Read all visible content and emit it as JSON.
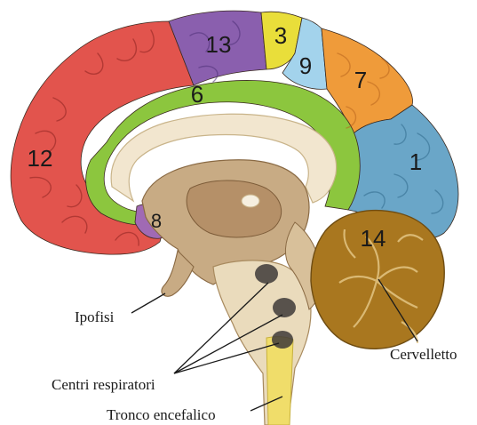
{
  "regions": [
    {
      "id": "r1",
      "label": "1",
      "color": "#6aa6c8"
    },
    {
      "id": "r3",
      "label": "3",
      "color": "#e9de3a"
    },
    {
      "id": "r6",
      "label": "6",
      "color": "#8cc63e"
    },
    {
      "id": "r7",
      "label": "7",
      "color": "#ef9b3a"
    },
    {
      "id": "r8",
      "label": "8",
      "color": "#a06ab4"
    },
    {
      "id": "r9",
      "label": "9",
      "color": "#a3d3ec"
    },
    {
      "id": "r12",
      "label": "12",
      "color": "#8a5fae"
    },
    {
      "id": "r13",
      "label": "13",
      "color": "#e2544d"
    },
    {
      "id": "r14",
      "label": "14",
      "color": "#a9771f"
    }
  ],
  "callouts": {
    "ipofisi": "Ipofisi",
    "centri_respiratori": "Centri respiratori",
    "tronco_encefalico": "Tronco encefalico",
    "cervelletto": "Cervelletto"
  }
}
